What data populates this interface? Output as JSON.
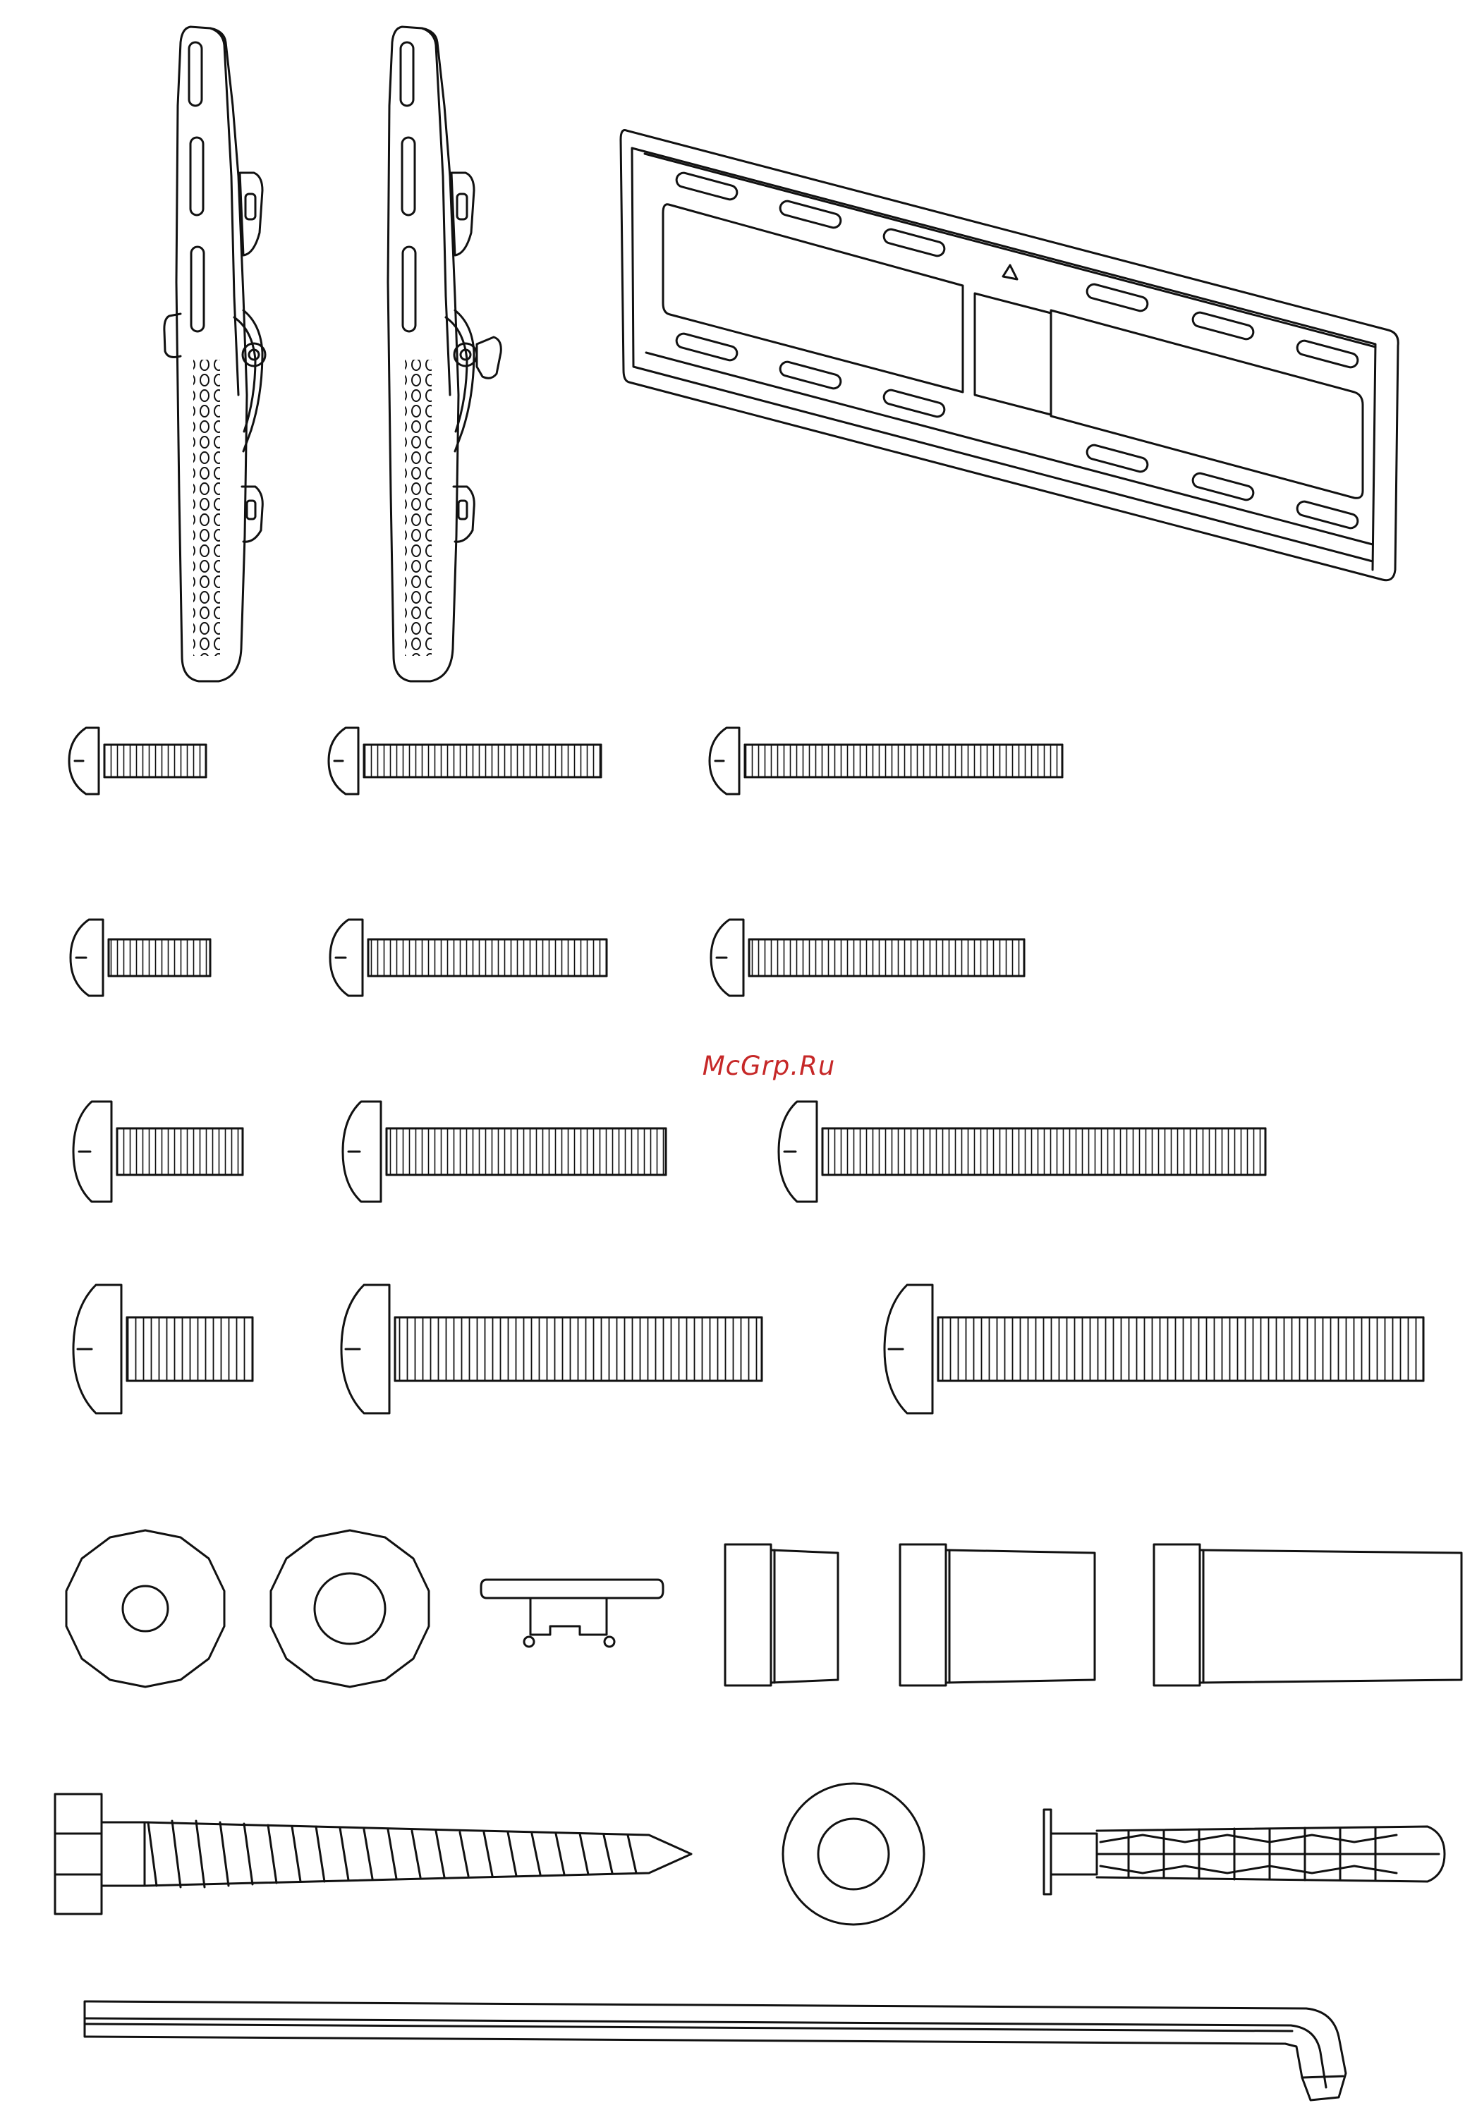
{
  "watermark": {
    "text": "McGrp.Ru",
    "color": "#c62828"
  },
  "colors": {
    "line": "#111111",
    "background": "#ffffff"
  },
  "parts": {
    "brackets": [
      "tv-bracket",
      "tv-bracket"
    ],
    "wall_plate": "wall-plate",
    "screw_rows": [
      {
        "name": "row-1",
        "count": 3
      },
      {
        "name": "row-2",
        "count": 3
      },
      {
        "name": "row-3",
        "count": 3
      },
      {
        "name": "row-4",
        "count": 3
      }
    ],
    "washers": 2,
    "spacers": 3,
    "lag_bolt": 1,
    "anchor": 1,
    "hex_key": 1
  }
}
